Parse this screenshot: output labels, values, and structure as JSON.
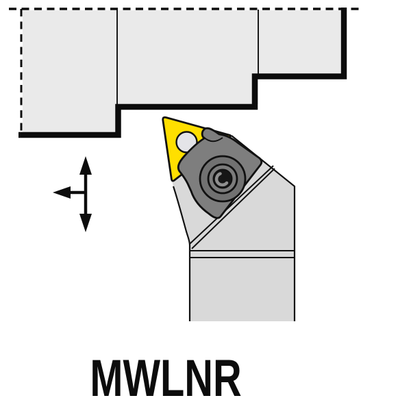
{
  "diagram": {
    "designation": "MWLNR",
    "colors": {
      "workpiece": "#EAEAEA",
      "holder": "#D9D9D9",
      "clamp": "#7E7E7E",
      "clamp_disc_outer": "#717171",
      "clamp_disc_inner": "#7C7C7C",
      "screw_center": "#161616",
      "insert": "#FFDF00",
      "insert_hole": "#E4E4E8",
      "outline": "#111111"
    },
    "parts": {
      "workpiece": "stepped-workpiece-cross-section",
      "centerline": "dashed-centerline",
      "stock_end": "dashed-stock-end-line",
      "machined_profile": "thick-machined-profile-path",
      "feed_arrows": "feed-direction-arrows",
      "toolholder": "toolholder-shank-and-head",
      "insert": "trigon-turning-insert",
      "clamp": "top-clamp-with-screw"
    }
  }
}
